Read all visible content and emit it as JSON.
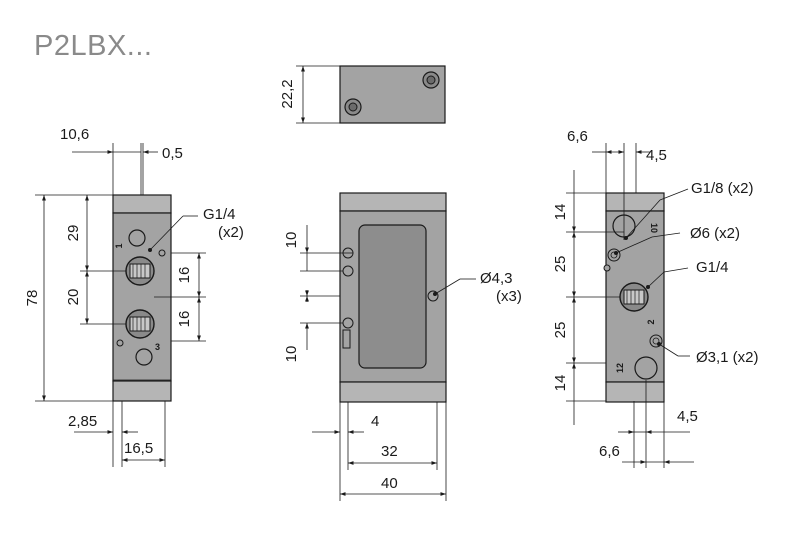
{
  "title": "P2LBX...",
  "colors": {
    "body": "#a3a3a3",
    "end_cap": "#b5b5b5",
    "window": "#8d8d8d",
    "line": "#1a1a1a",
    "title": "#8a8a8a"
  },
  "top_view": {
    "height_dim": "22,2"
  },
  "left_view": {
    "dims": {
      "width_top": "10,6",
      "offset_top": "0,5",
      "height_total": "78",
      "seg_29": "29",
      "seg_20": "20",
      "right_16a": "16",
      "right_16b": "16",
      "offset_bottom": "2,85",
      "width_bottom": "16,5"
    },
    "callout": "G1/4\n(x2)",
    "callout_line1": "G1/4",
    "callout_line2": "(x2)",
    "ports": {
      "p1": "1",
      "p3": "3"
    }
  },
  "front_view": {
    "dims": {
      "spacing_top": "10",
      "spacing_bottom": "10",
      "inset": "4",
      "width_inner": "32",
      "width_total": "40"
    },
    "callout_line1": "Ø4,3",
    "callout_line2": "(x3)"
  },
  "right_view": {
    "dims": {
      "width_top": "6,6",
      "offset_top": "4,5",
      "seg_14a": "14",
      "seg_25a": "25",
      "seg_25b": "25",
      "seg_14b": "14",
      "offset_bottom": "4,5",
      "width_bottom": "6,6"
    },
    "callouts": {
      "c1": "G1/8 (x2)",
      "c2": "Ø6 (x2)",
      "c3": "G1/4",
      "c4": "Ø3,1 (x2)"
    },
    "ports": {
      "p10": "10",
      "p2": "2",
      "p12": "12"
    }
  }
}
